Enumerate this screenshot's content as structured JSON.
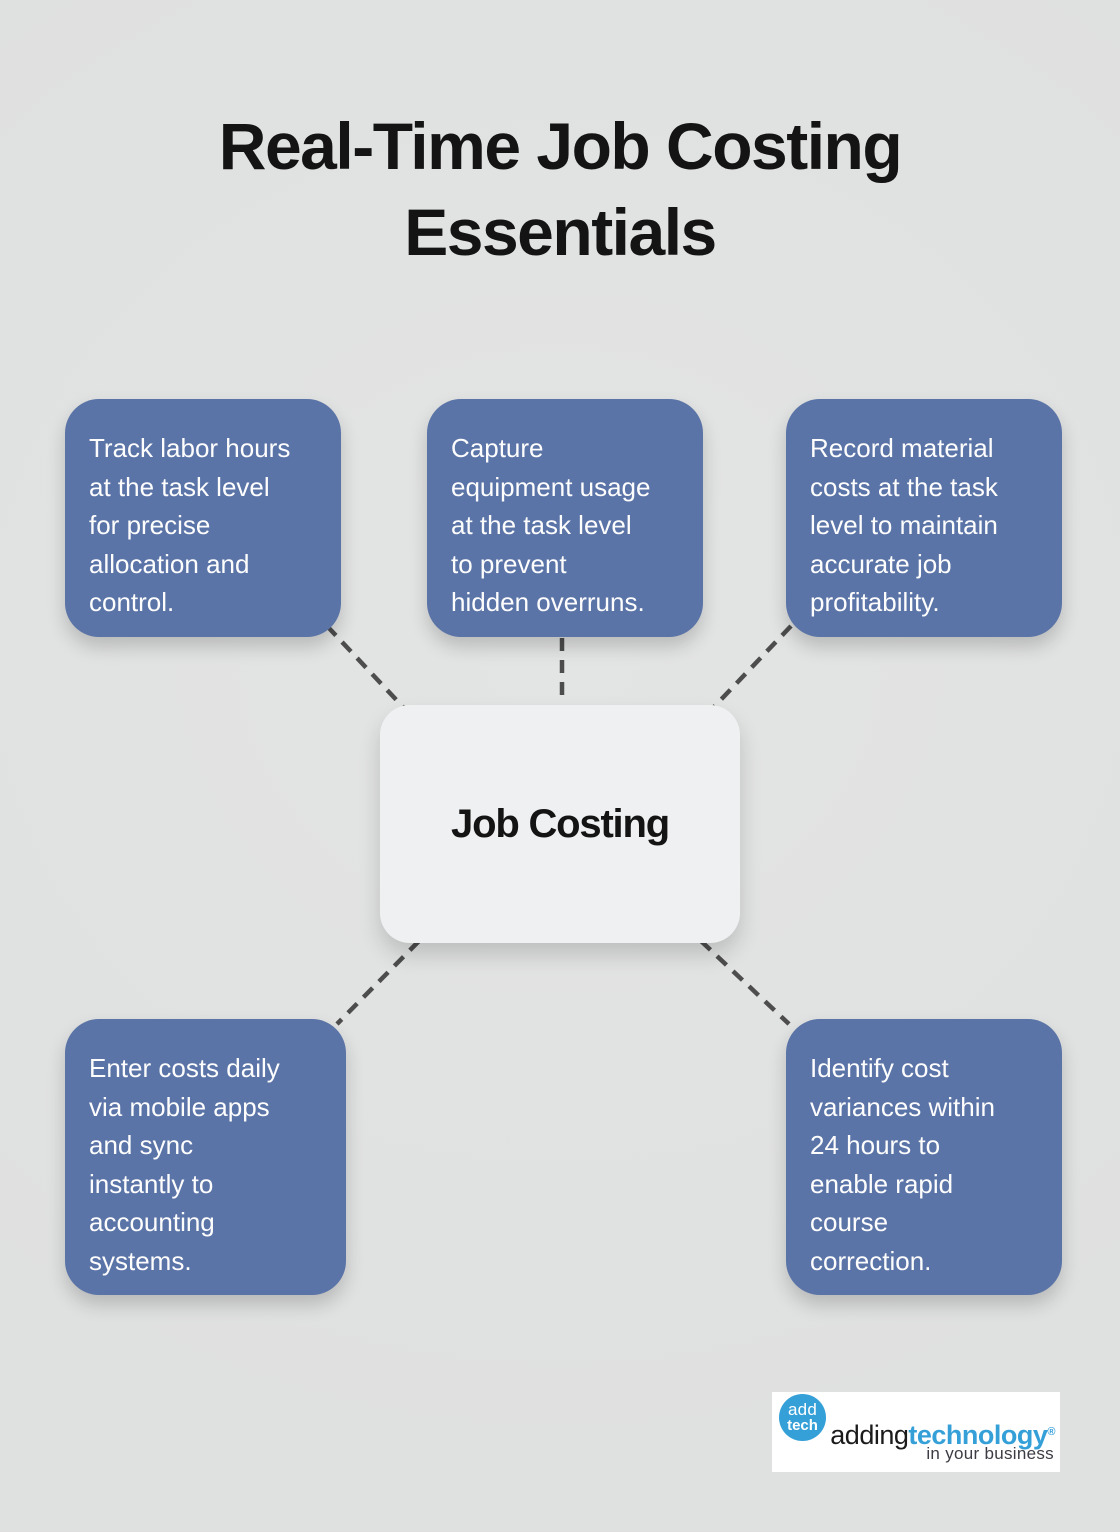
{
  "title": "Real-Time Job Costing\nEssentials",
  "center": {
    "label": "Job Costing"
  },
  "nodes": [
    {
      "id": "track-labor-hours",
      "text": "Track labor hours\nat the task level\nfor precise\nallocation and\ncontrol."
    },
    {
      "id": "capture-equipment-usage",
      "text": "Capture\nequipment usage\nat the task level\nto prevent\nhidden overruns."
    },
    {
      "id": "record-material-costs",
      "text": "Record material\ncosts at the task\nlevel to maintain\naccurate job\nprofitability."
    },
    {
      "id": "enter-costs-daily",
      "text": "Enter costs daily\nvia mobile apps\nand sync\ninstantly to\naccounting\nsystems."
    },
    {
      "id": "identify-cost-variances",
      "text": "Identify cost\nvariances within\n24 hours to\nenable rapid\ncourse\ncorrection."
    }
  ],
  "logo": {
    "circle_line1": "add",
    "circle_line2": "tech",
    "brand_black": "adding",
    "brand_blue": "technology",
    "registered": "®",
    "tagline": "in your business"
  },
  "colors": {
    "bg": "#dfe0e0",
    "node_blue": "#5b74a7",
    "node_text": "#fdfdfd",
    "center_bg": "#eff0f1",
    "center_text": "#141414",
    "dash": "#4d4d4d",
    "logo_blue": "#35a0d8",
    "title_color": "#141414",
    "logo_dark": "#1b1b1b",
    "tagline_gray": "#3c3c44"
  }
}
